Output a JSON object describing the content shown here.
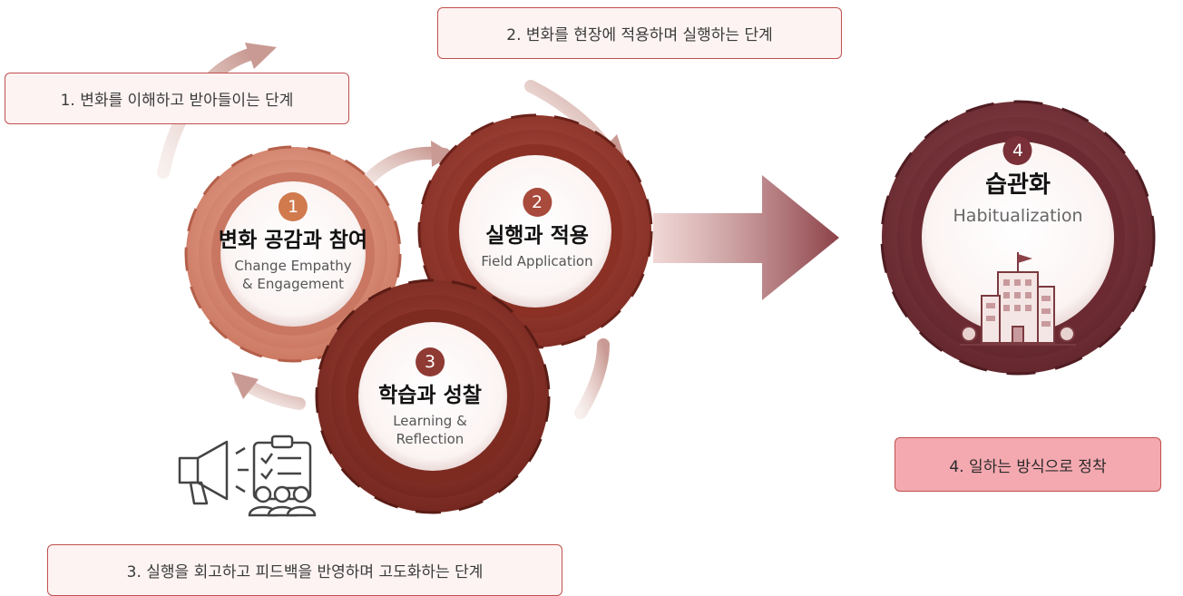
{
  "callouts": {
    "step1": "1. 변화를 이해하고 받아들이는 단계",
    "step2": "2. 변화를 현장에 적용하며 실행하는 단계",
    "step3": "3. 실행을 회고하고 피드백을 반영하며 고도화하는 단계",
    "step4": "4. 일하는 방식으로 정착"
  },
  "gears": [
    {
      "num": "1",
      "title": "변화 공감과 참여",
      "subtitle": "Change Empathy\n& Engagement"
    },
    {
      "num": "2",
      "title": "실행과 적용",
      "subtitle": "Field Application"
    },
    {
      "num": "3",
      "title": "학습과 성찰",
      "subtitle": "Learning &\nReflection"
    },
    {
      "num": "4",
      "title": "습관화",
      "subtitle": "Habitualization"
    }
  ],
  "colors": {
    "gear1": "#d98a72",
    "gear2": "#9e3a2e",
    "gear3": "#8f3226",
    "gear4": "#7a3038",
    "arrow": "#a8626a",
    "callout_border": "#c0504d",
    "final_callout_fill": "#f4a9b0"
  },
  "icons": [
    "megaphone-icon",
    "clipboard-checklist-icon",
    "team-people-icon",
    "office-building-flag-icon"
  ]
}
